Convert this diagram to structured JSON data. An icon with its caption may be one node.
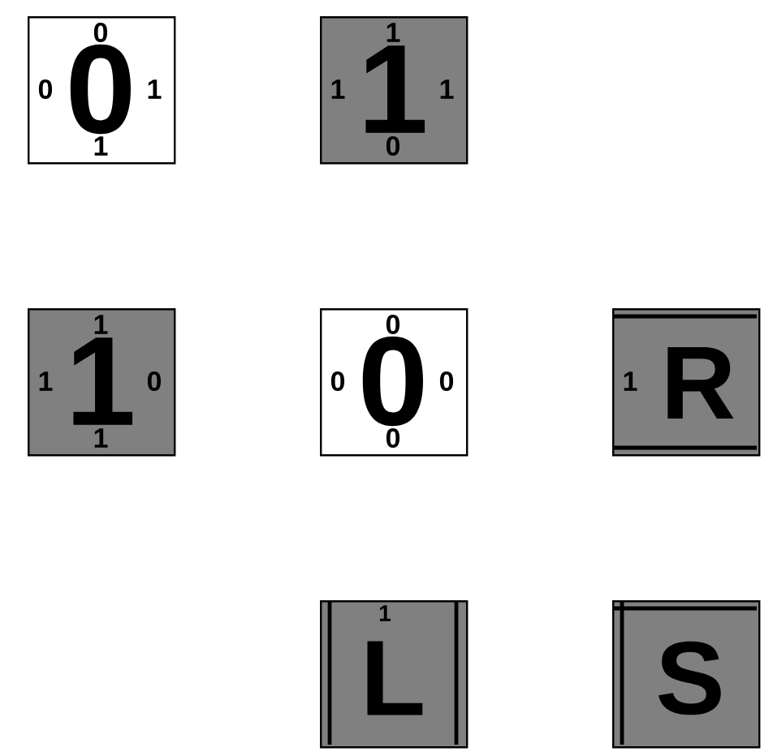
{
  "diagram": {
    "nodes": [
      {
        "text": [
          "0",
          "0",
          "0",
          "1",
          "1"
        ]
      },
      {
        "text": [
          "1",
          "1",
          "1",
          "1",
          "0"
        ]
      },
      {
        "text": [
          "1",
          "1",
          "1",
          "0",
          "1"
        ]
      },
      {
        "text": [
          "0",
          "0",
          "0",
          "0",
          "0"
        ]
      },
      {
        "text": [
          "1",
          "R"
        ]
      },
      {
        "text": [
          "1",
          "L"
        ]
      },
      {
        "text": [
          "S"
        ]
      }
    ]
  }
}
